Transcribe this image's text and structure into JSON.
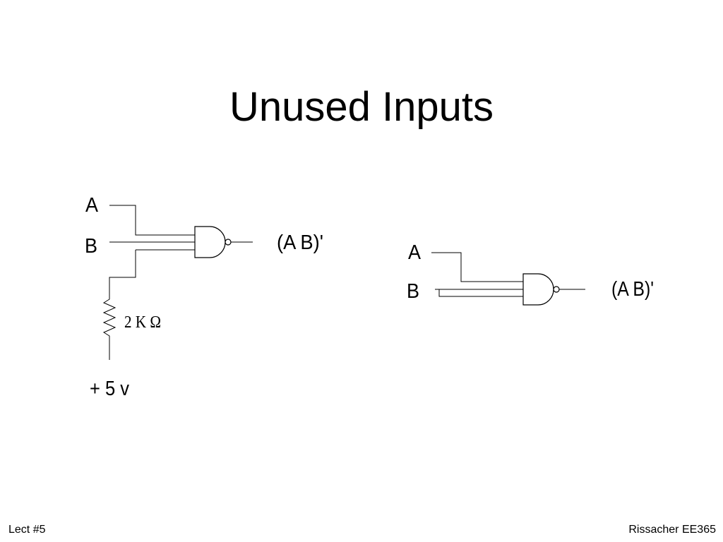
{
  "slide": {
    "title": "Unused Inputs",
    "footer_left": "Lect #5",
    "footer_right": "Rissacher EE365"
  },
  "circuit_pullup": {
    "input_a": "A",
    "input_b": "B",
    "output": "(A B)'",
    "resistor": "2 K Ω",
    "supply": "+ 5 v"
  },
  "circuit_tied": {
    "input_a": "A",
    "input_b": "B",
    "output": "(A B)'"
  }
}
